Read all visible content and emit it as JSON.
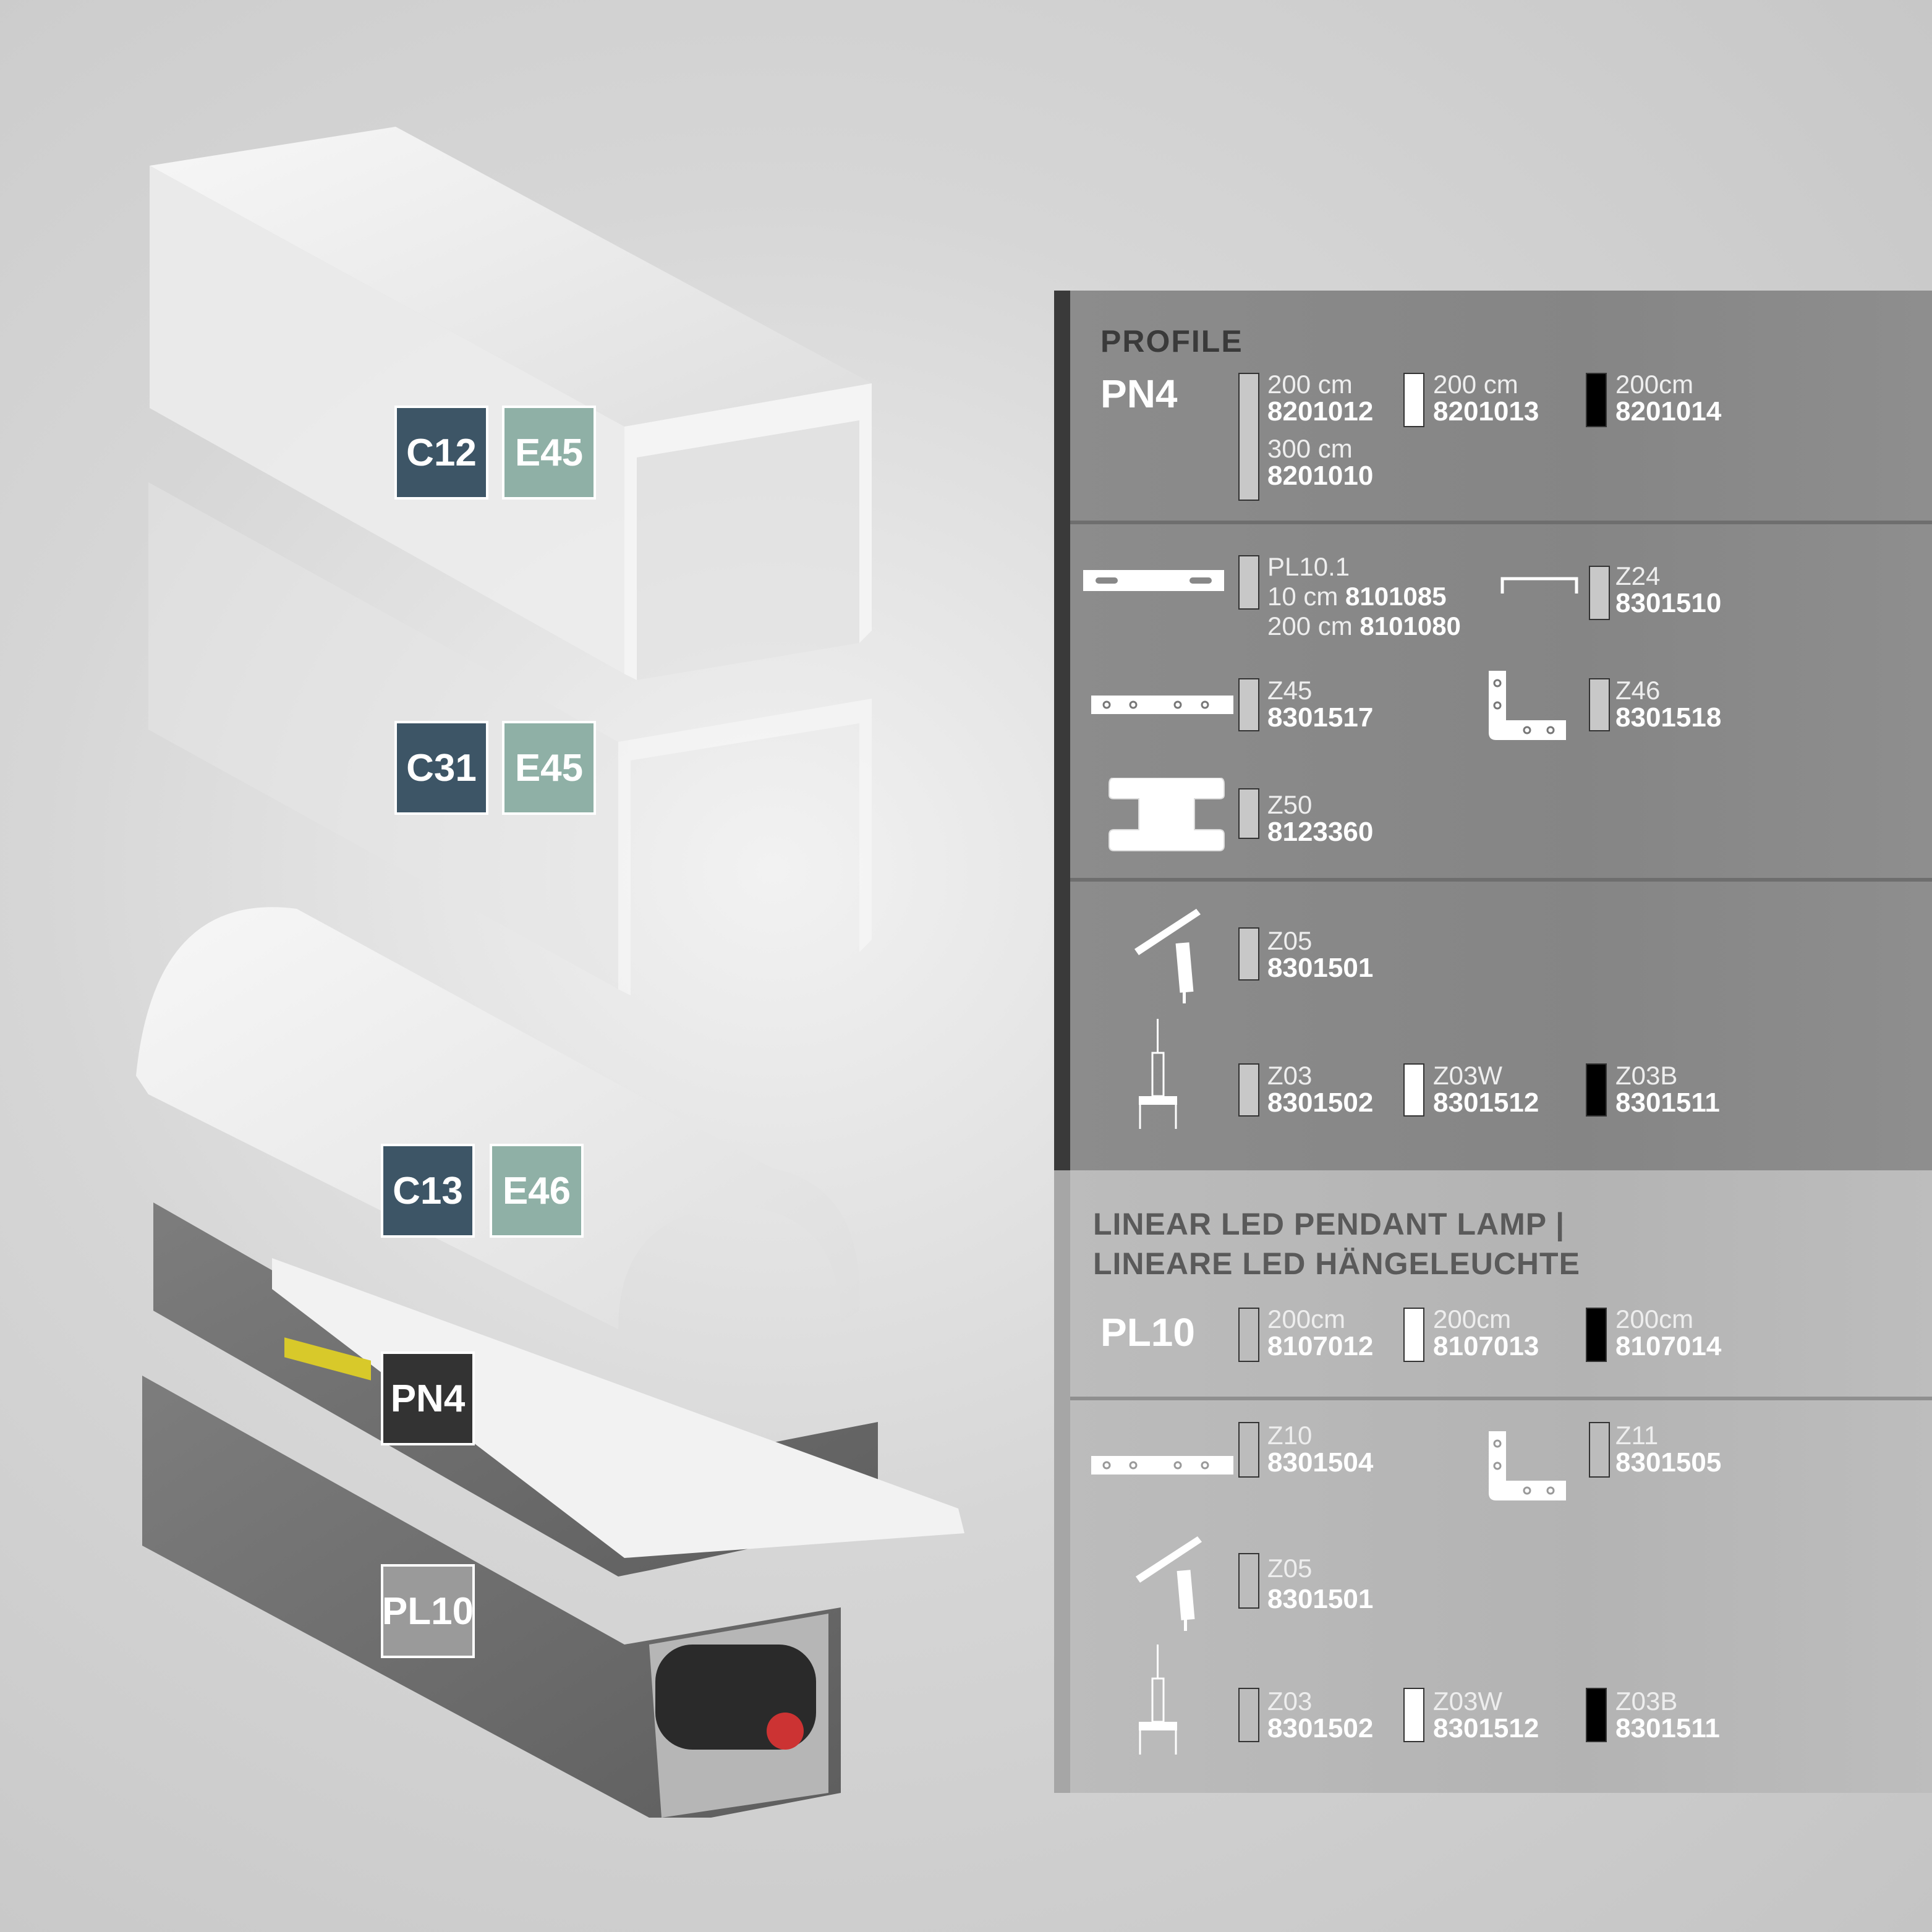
{
  "badges": {
    "c12": "C12",
    "e45a": "E45",
    "c31": "C31",
    "e45b": "E45",
    "c13": "C13",
    "e46": "E46",
    "pn4": "PN4",
    "pl10": "PL10"
  },
  "colors": {
    "cover_badge": "#3d5566",
    "diffuser_badge": "#8fb0a6",
    "pn4_badge": "#333333",
    "pl10_badge": "#9a9a9a",
    "led_chip": "#d8c92a"
  },
  "profile": {
    "heading": "PROFILE",
    "model": "PN4",
    "items": [
      {
        "size": "200 cm",
        "code": "8201012",
        "size2": "300 cm",
        "code2": "8201010",
        "swatch": "silver"
      },
      {
        "size": "200 cm",
        "code": "8201013",
        "swatch": "white"
      },
      {
        "size": "200cm",
        "code": "8201014",
        "swatch": "black"
      }
    ]
  },
  "accessories_pn4": [
    {
      "name": "PL10.1",
      "l1": "10 cm",
      "c1": "8101085",
      "l2": "200 cm",
      "c2": "8101080"
    },
    {
      "name": "Z24",
      "code": "8301510"
    },
    {
      "name": "Z45",
      "code": "8301517"
    },
    {
      "name": "Z46",
      "code": "8301518"
    },
    {
      "name": "Z50",
      "code": "8123360"
    }
  ],
  "suspension_pn4": [
    {
      "name": "Z05",
      "code": "8301501"
    },
    {
      "name": "Z03",
      "code": "8301502"
    },
    {
      "name": "Z03W",
      "code": "8301512"
    },
    {
      "name": "Z03B",
      "code": "8301511"
    }
  ],
  "pendant": {
    "heading1": "LINEAR LED PENDANT LAMP |",
    "heading2": "LINEARE LED HÄNGELEUCHTE",
    "model": "PL10",
    "items": [
      {
        "size": "200cm",
        "code": "8107012",
        "swatch": "silver"
      },
      {
        "size": "200cm",
        "code": "8107013",
        "swatch": "white"
      },
      {
        "size": "200cm",
        "code": "8107014",
        "swatch": "black"
      }
    ]
  },
  "accessories_pl10": [
    {
      "name": "Z10",
      "code": "8301504"
    },
    {
      "name": "Z11",
      "code": "8301505"
    },
    {
      "name": "Z05",
      "code": "8301501"
    },
    {
      "name": "Z03",
      "code": "8301502"
    },
    {
      "name": "Z03W",
      "code": "8301512"
    },
    {
      "name": "Z03B",
      "code": "8301511"
    }
  ]
}
